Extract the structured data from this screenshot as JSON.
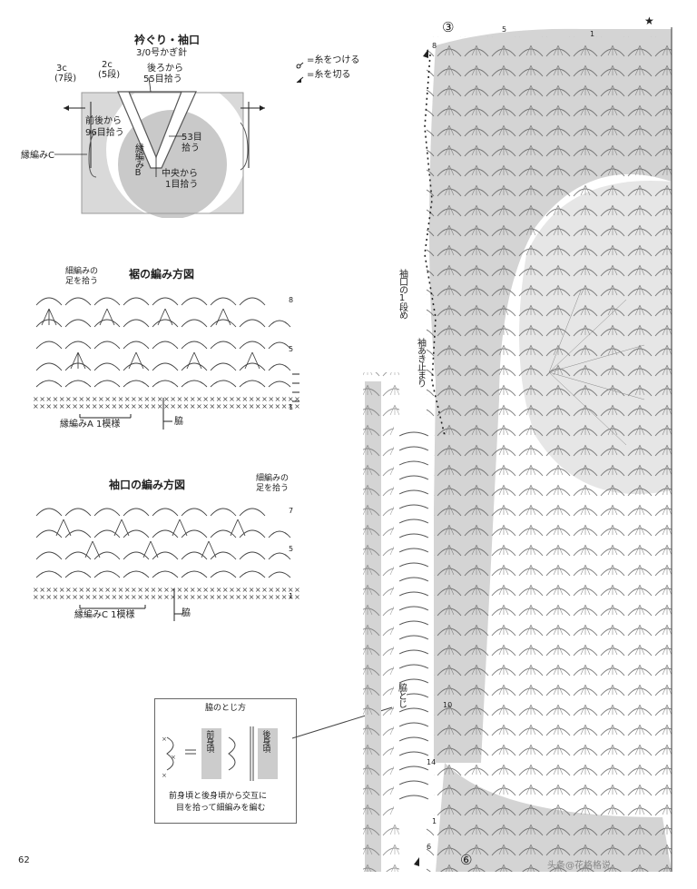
{
  "page_number": "62",
  "collar_cuff": {
    "title": "衿ぐり・袖口",
    "hook": "3/0号かぎ針",
    "label_3c": "3c",
    "label_7rows": "(7段)",
    "label_2c": "2c",
    "label_5rows": "(5段)",
    "back_pickup_1": "後ろから",
    "back_pickup_2": "55目拾う",
    "frontback_1": "前後から",
    "frontback_2": "96目拾う",
    "edge_c": "縁編みC",
    "edge_b": "縁編みB",
    "pick53_1": "53目",
    "pick53_2": "拾う",
    "center_1": "中央から",
    "center_2": "1目拾う"
  },
  "legend": {
    "attach": "=糸をつける",
    "cut": "=糸を切る"
  },
  "hem": {
    "title": "裾の編み方図",
    "note_1": "細編みの",
    "note_2": "足を拾う",
    "repeat": "縁編みA 1模様",
    "side": "脇",
    "row_labels": [
      "8",
      "5",
      "1"
    ]
  },
  "cuff": {
    "title": "袖口の編み方図",
    "note_1": "細編みの",
    "note_2": "足を拾う",
    "repeat": "縁編みC 1模様",
    "side": "脇",
    "row_labels": [
      "7",
      "5",
      "1"
    ]
  },
  "side_seam": {
    "title": "脇のとじ方",
    "front": "前身頃",
    "back": "後身頃",
    "caption_1": "前身頃と後身頃から交互に",
    "caption_2": "目を拾って細編みを編む"
  },
  "big_chart": {
    "circle_3": "③",
    "circle_6": "⑥",
    "sleeve_row1": "袖口の1段め",
    "sleeve_stop": "袖あき止まり",
    "side_join": "脇とじ",
    "numbers": [
      "5",
      "1",
      "8",
      "10",
      "14",
      "1",
      "6"
    ],
    "star": "★"
  },
  "watermark": "头条@花格格说"
}
